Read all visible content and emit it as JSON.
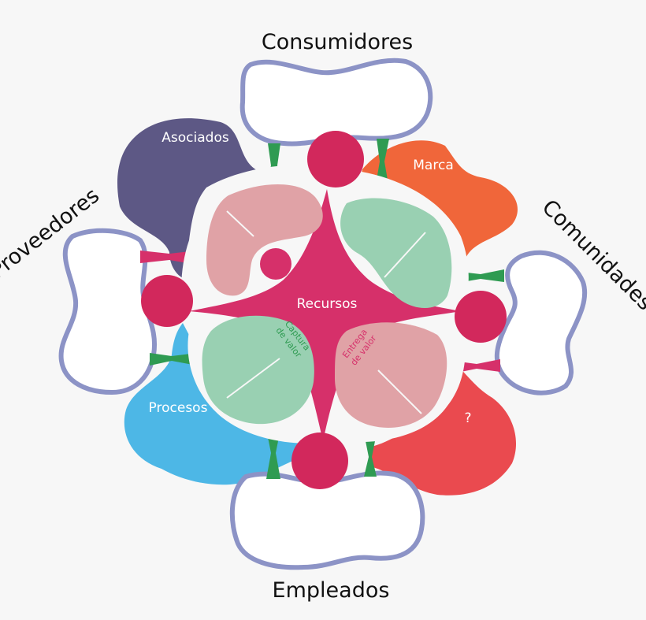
{
  "labels": {
    "top": "Consumidores",
    "bottom": "Empleados",
    "left": "Proveedores",
    "right": "Comunidades",
    "asociados": "Asociados",
    "marca": "Marca",
    "procesos": "Procesos",
    "question": "?",
    "recursos": "Recursos",
    "captura_line1": "Captura",
    "captura_line2": "de valor",
    "entrega_line1": "Entrega",
    "entrega_line2": "de valor"
  },
  "colors": {
    "background": "#f7f7f7",
    "outline": "#8c93c6",
    "asociados": "#5d5885",
    "marca": "#f0663a",
    "procesos": "#4db7e6",
    "question": "#ea4a4f",
    "recursos": "#d6306a",
    "node": "#d2285c",
    "pink_lobe": "#e0a2a6",
    "green_lobe": "#99d0b2",
    "connector_green": "#2f9b52",
    "captura_text": "#2f9b52",
    "entrega_text": "#d6306a"
  }
}
